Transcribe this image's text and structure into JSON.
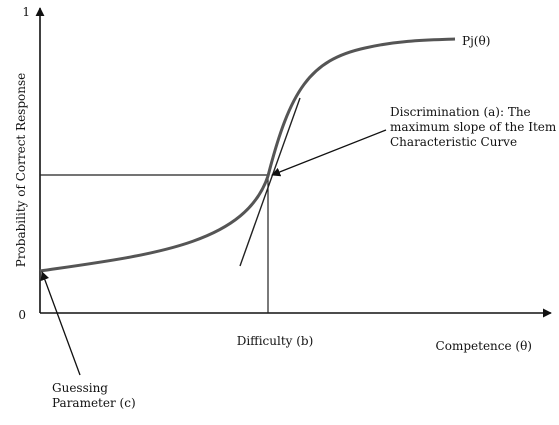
{
  "axes": {
    "y_top_tick": "1",
    "y_origin_tick": "0",
    "y_label": "Probability of Correct Response",
    "x_label": "Competence (θ)"
  },
  "curve": {
    "label": "Pj(θ)"
  },
  "annotations": {
    "discrimination": [
      "Discrimination (a): The",
      "maximum slope of the Item",
      "Characteristic Curve"
    ],
    "difficulty": "Difficulty (b)",
    "guessing": [
      "Guessing",
      "Parameter (c)"
    ]
  }
}
